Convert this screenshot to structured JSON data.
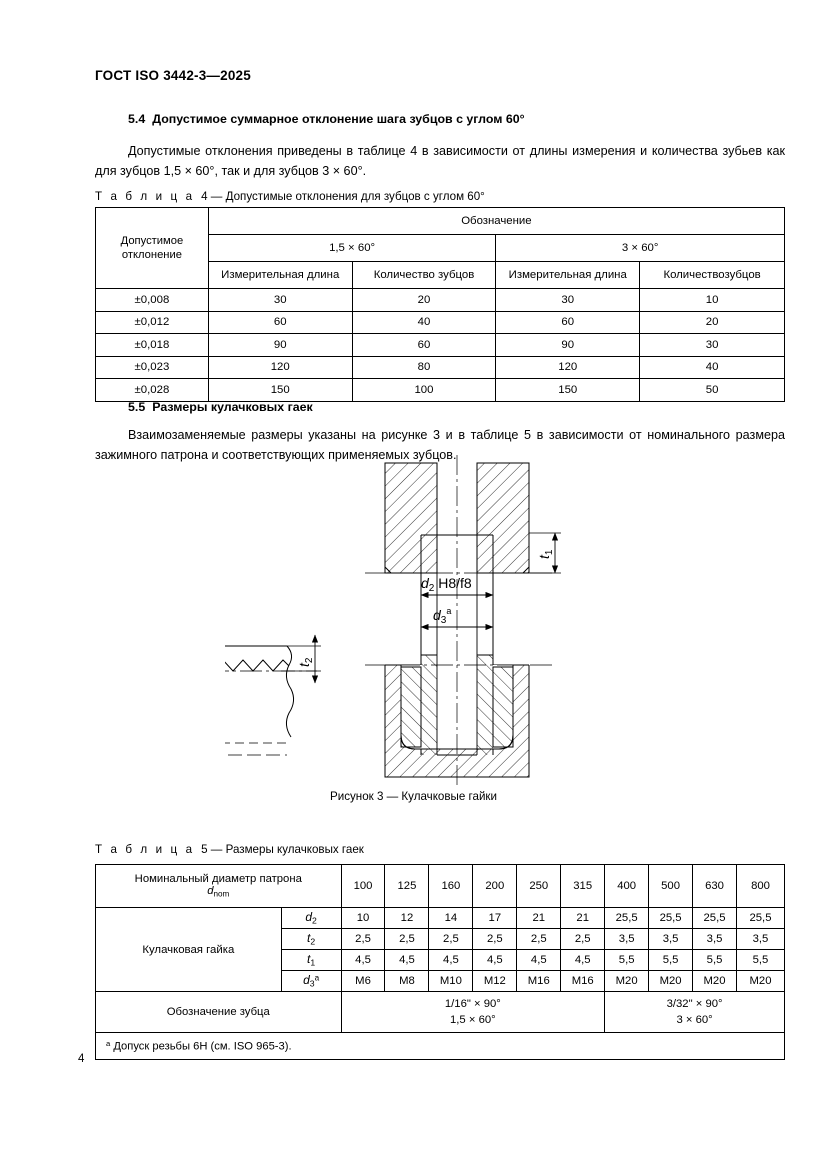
{
  "document": {
    "header": "ГОСТ ISO 3442-3—2025",
    "page_number": "4"
  },
  "clause_54": {
    "number": "5.4",
    "title": "Допустимое суммарное отклонение шага зубцов с углом 60°",
    "paragraph": "Допустимые отклонения приведены в таблице 4 в зависимости от длины измерения и количества зубьев как для зубцов 1,5 × 60°, так и для зубцов 3 × 60°."
  },
  "table4": {
    "caption_label": "Т а б л и ц а",
    "caption_number": "4",
    "caption_dash": "—",
    "caption_text": "Допустимые отклонения для зубцов с углом 60°",
    "header": {
      "col0": "Допустимое отклонение",
      "group_title": "Обозначение",
      "group_a": "1,5 × 60°",
      "group_b": "3 × 60°",
      "sub_a1": "Измерительная длина",
      "sub_a2": "Количество зубцов",
      "sub_b1": "Измерительная длина",
      "sub_b2": "Количествозубцов"
    },
    "rows": [
      {
        "deviation": "±0,008",
        "a_len": "30",
        "a_cnt": "20",
        "b_len": "30",
        "b_cnt": "10"
      },
      {
        "deviation": "±0,012",
        "a_len": "60",
        "a_cnt": "40",
        "b_len": "60",
        "b_cnt": "20"
      },
      {
        "deviation": "±0,018",
        "a_len": "90",
        "a_cnt": "60",
        "b_len": "90",
        "b_cnt": "30"
      },
      {
        "deviation": "±0,023",
        "a_len": "120",
        "a_cnt": "80",
        "b_len": "120",
        "b_cnt": "40"
      },
      {
        "deviation": "±0,028",
        "a_len": "150",
        "a_cnt": "100",
        "b_len": "150",
        "b_cnt": "50"
      }
    ]
  },
  "clause_55": {
    "number": "5.5",
    "title": "Размеры кулачковых гаек",
    "paragraph": "Взаимозаменяемые размеры указаны на рисунке 3 и в таблице 5 в зависимости от номинального размера зажимного патрона и соответствующих применяемых зубцов."
  },
  "figure3": {
    "caption": "Рисунок 3 — Кулачковые гайки",
    "labels": {
      "d2": "d",
      "d2_sub": "2",
      "d2_fit": "H8/f8",
      "d3": "d",
      "d3_sub": "3",
      "d3_sup": "a",
      "t1": "t",
      "t1_sub": "1",
      "t2": "t",
      "t2_sub": "2"
    }
  },
  "table5": {
    "caption_label": "Т а б л и ц а",
    "caption_number": "5",
    "caption_dash": "—",
    "caption_text": "Размеры кулачковых гаек",
    "nominal_label_line1": "Номинальный диаметр патрона",
    "nominal_label_line2_base": "d",
    "nominal_label_line2_sub": "nom",
    "nominal_values": [
      "100",
      "125",
      "160",
      "200",
      "250",
      "315",
      "400",
      "500",
      "630",
      "800"
    ],
    "section_label": "Кулачковая гайка",
    "param_rows": [
      {
        "symbol": "d",
        "sub": "2",
        "sup": "",
        "values": [
          "10",
          "12",
          "14",
          "17",
          "21",
          "21",
          "25,5",
          "25,5",
          "25,5",
          "25,5"
        ]
      },
      {
        "symbol": "t",
        "sub": "2",
        "sup": "",
        "values": [
          "2,5",
          "2,5",
          "2,5",
          "2,5",
          "2,5",
          "2,5",
          "3,5",
          "3,5",
          "3,5",
          "3,5"
        ]
      },
      {
        "symbol": "t",
        "sub": "1",
        "sup": "",
        "values": [
          "4,5",
          "4,5",
          "4,5",
          "4,5",
          "4,5",
          "4,5",
          "5,5",
          "5,5",
          "5,5",
          "5,5"
        ]
      },
      {
        "symbol": "d",
        "sub": "3",
        "sup": "a",
        "values": [
          "M6",
          "M8",
          "M10",
          "M12",
          "M16",
          "M16",
          "M20",
          "M20",
          "M20",
          "M20"
        ]
      }
    ],
    "designation_label": "Обозначение зубца",
    "designation_left_line1": "1/16\" × 90°",
    "designation_left_line2": "1,5 × 60°",
    "designation_right_line1": "3/32\" × 90°",
    "designation_right_line2": "3 × 60°",
    "footnote_marker": "a",
    "footnote_text": "Допуск резьбы 6Н (см. ISO 965-3)."
  }
}
